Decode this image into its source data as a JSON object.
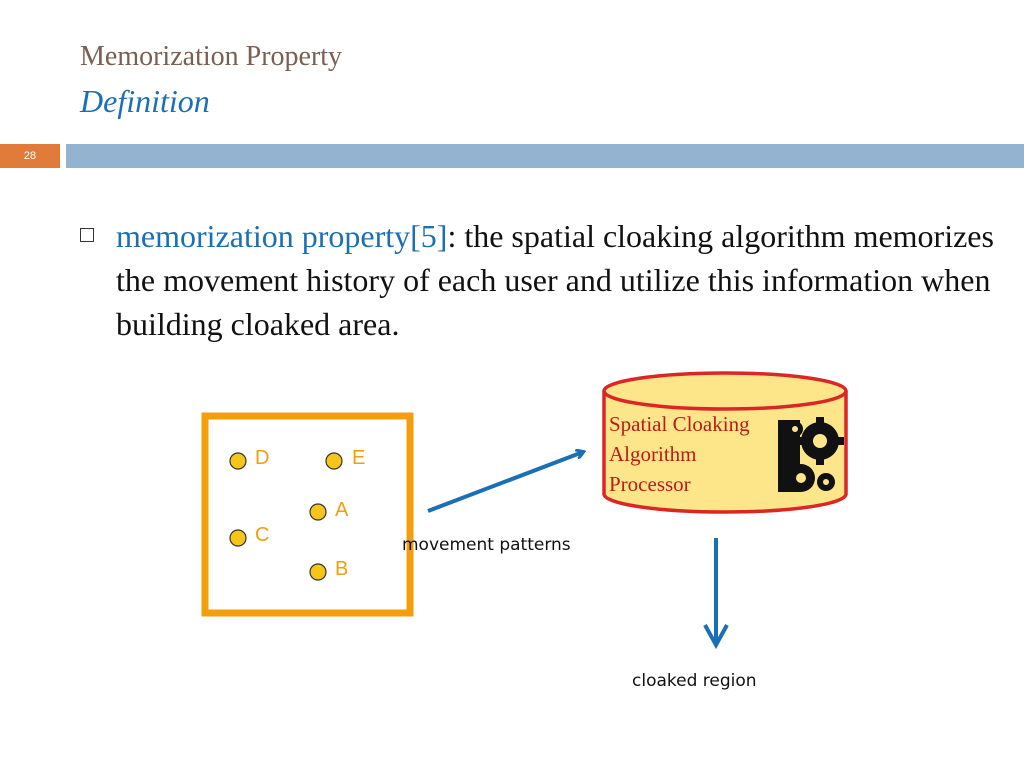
{
  "slide": {
    "title": "Memorization Property",
    "subtitle": "Definition",
    "number": "28"
  },
  "bullet": {
    "term": "memorization property[5]",
    "text": ": the spatial cloaking algorithm memorizes the movement history of each user and utilize this information when building cloaked area."
  },
  "diagram": {
    "users": [
      {
        "label": "D"
      },
      {
        "label": "E"
      },
      {
        "label": "A"
      },
      {
        "label": "C"
      },
      {
        "label": "B"
      }
    ],
    "arrow_label": "movement patterns",
    "processor_lines": [
      "Spatial Cloaking",
      "Algorithm",
      "Processor"
    ],
    "output_label": "cloaked region",
    "colors": {
      "region_border": "#f59e0b",
      "user_dot": "#f5c518",
      "arrow": "#1a6fb5",
      "processor_fill": "#fde68a",
      "processor_border": "#dc2626",
      "processor_text": "#b91c1c"
    },
    "icons": [
      "gears-icon"
    ]
  }
}
